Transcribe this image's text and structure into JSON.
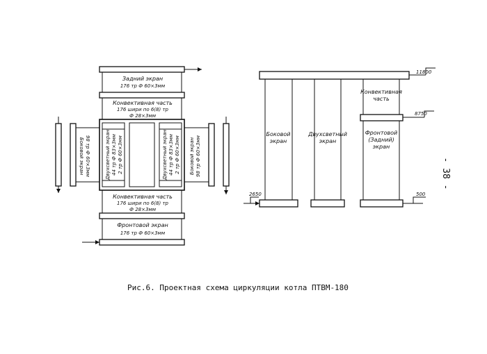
{
  "left_scheme": {
    "rear_screen": {
      "line1": "Задний экран",
      "line2": "176 тр Ф 60×3мм"
    },
    "top_convective": {
      "line1": "Конвективная часть",
      "line2": "176 шири по 6(8) тр",
      "line3": "Ф 28×3мм"
    },
    "bottom_convective": {
      "line1": "Конвективная часть",
      "line2": "176 шири по 6(8) тр",
      "line3": "Ф 28×3мм"
    },
    "front_screen": {
      "line1": "Фронтовой экран",
      "line2": "176 тр Ф 60×3мм"
    },
    "left_side_screen": {
      "line1": "Боковой экран",
      "line2": "98 тр Ф 60×3мм"
    },
    "right_side_screen": {
      "line1": "Боковой экран",
      "line2": "98 тр Ф 60×3мм"
    },
    "inner_left_double_light": {
      "line1": "Двухсветный экран",
      "line2": "44 тр Ф 83×3мм",
      "line3": "2 тр Ф 60×3мм"
    },
    "inner_right_double_light": {
      "line1": "Двухсветный экран",
      "line2": "44 тр Ф 83×3мм",
      "line3": "2 тр Ф 60×3мм"
    }
  },
  "right_scheme": {
    "elevations": {
      "top": "11800",
      "mid": "8750",
      "bottom_left": "2650",
      "bottom_right": "500"
    },
    "convective_label": {
      "line1": "Конвективная",
      "line2": "часть"
    },
    "side_screen": {
      "line1": "Боковой",
      "line2": "экран"
    },
    "double_light_screen": {
      "line1": "Двухсветный",
      "line2": "экран"
    },
    "front_screen": {
      "line1": "Фронтовой",
      "line2": "(Задний)",
      "line3": "экран"
    }
  },
  "caption": "Рис.6. Проектная схема циркуляции котла ПТВМ-180",
  "page_number": "- 38 -"
}
